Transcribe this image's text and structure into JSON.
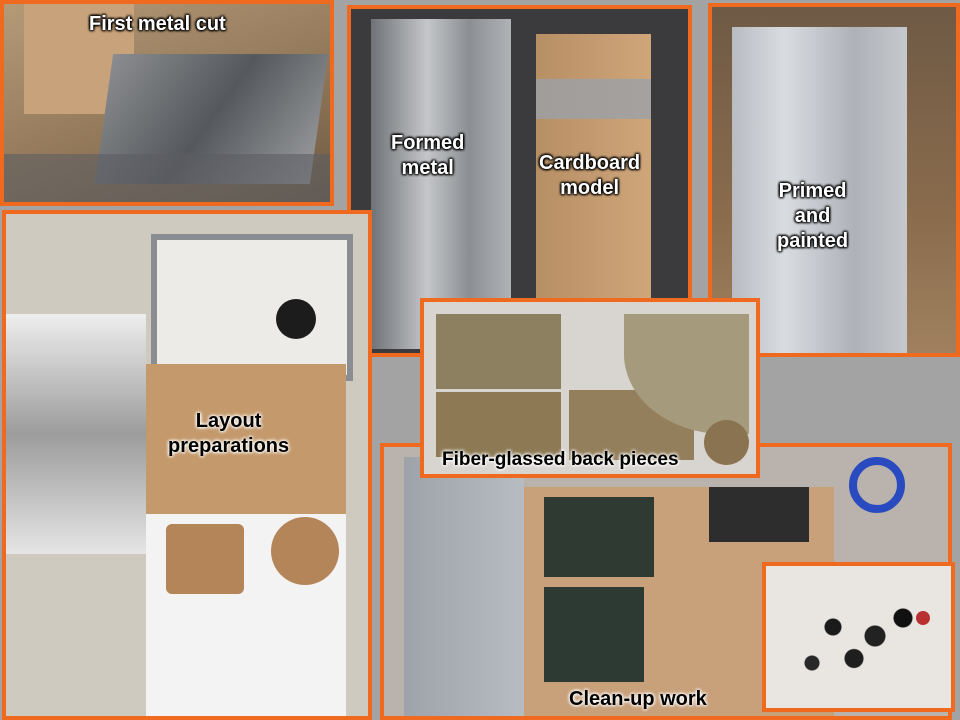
{
  "panels": {
    "first_metal_cut": {
      "caption": "First metal cut"
    },
    "formed_metal": {
      "caption": [
        "Formed",
        "metal"
      ]
    },
    "cardboard_model": {
      "caption": [
        "Cardboard",
        "model"
      ]
    },
    "primed_painted": {
      "caption": [
        "Primed",
        "and",
        "painted"
      ]
    },
    "layout": {
      "caption": [
        "Layout",
        "preparations"
      ]
    },
    "fiberglass": {
      "caption": "Fiber-glassed back pieces"
    },
    "cleanup": {
      "caption": "Clean-up work"
    }
  },
  "colors": {
    "border": "#ef6a1e",
    "background": "#a3a3a3"
  }
}
